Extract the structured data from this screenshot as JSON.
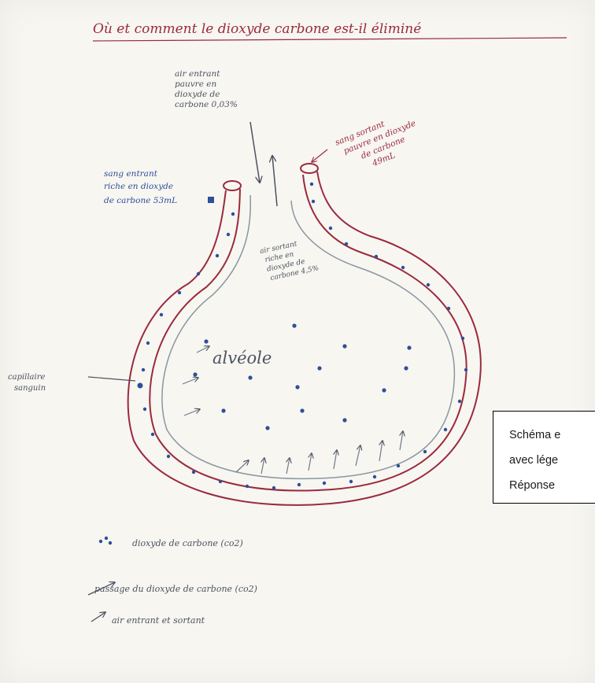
{
  "diagram": {
    "title": "Où et comment le dioxyde carbone est-il éliminé",
    "labels": {
      "air_in": [
        "air entrant",
        "pauvre en",
        "dioxyde de",
        "carbone 0,03%"
      ],
      "blood_in": [
        "sang entrant",
        "riche en dioxyde",
        "de carbone 53mL"
      ],
      "blood_out": [
        "sang sortant",
        "pauvre en dioxyde",
        "de carbone",
        "49mL"
      ],
      "air_out": [
        "air sortant",
        "riche en",
        "dioxyde de",
        "carbone 4,5%"
      ],
      "alveole": "alvéole",
      "capillaire": [
        "capillaire",
        "sanguin"
      ]
    },
    "legend": [
      {
        "key": "dots",
        "text": "dioxyde de carbone (co2)"
      },
      {
        "key": "long-arrow",
        "text": "passage du dioxyde de carbone (co2)"
      },
      {
        "key": "short-arrow",
        "text": "air entrant et sortant"
      }
    ]
  },
  "answer_box": {
    "line1": "Schéma e",
    "line2": "avec lége",
    "line3": "Réponse"
  },
  "colors": {
    "red_ink": "#9a2a3c",
    "blue_ink": "#2e4f9a",
    "gray_ink": "#4c5260"
  }
}
